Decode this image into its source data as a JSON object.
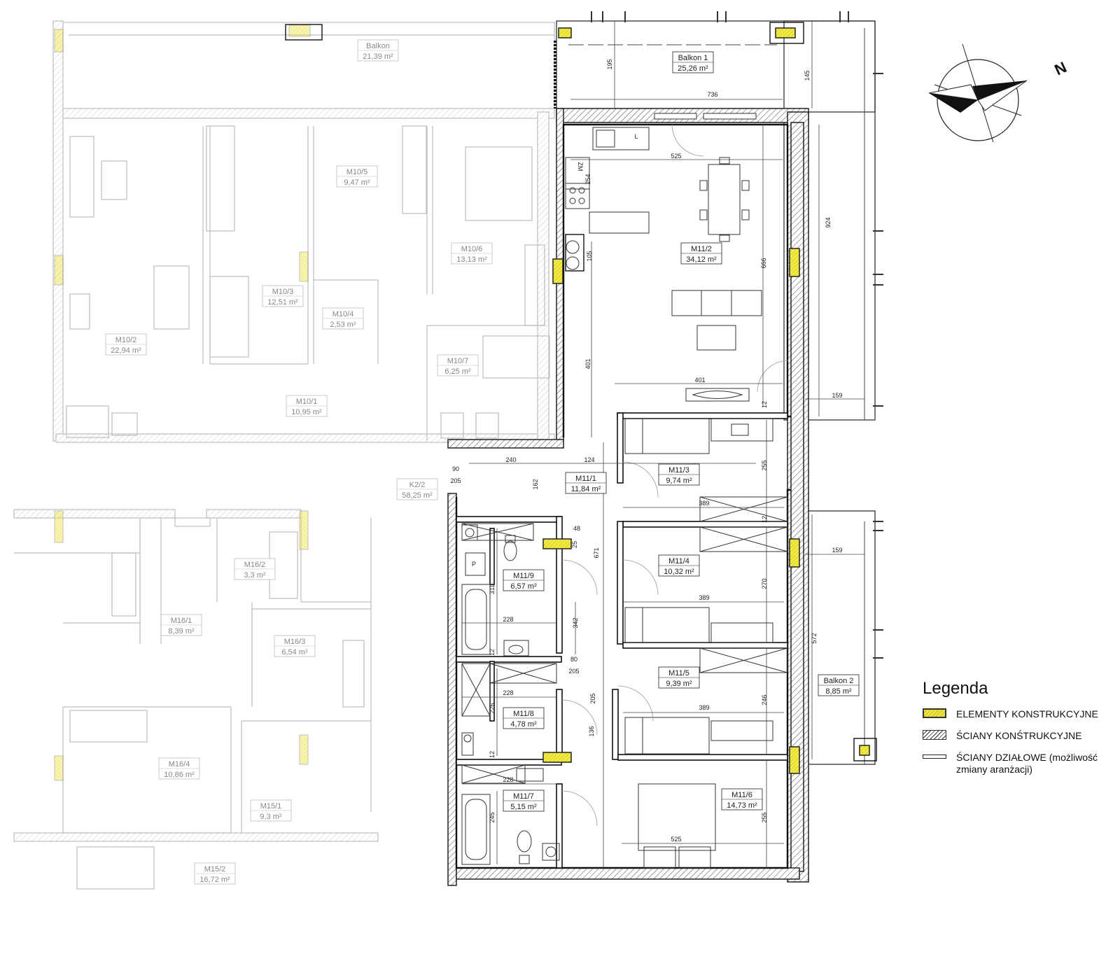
{
  "north_label": "N",
  "legend": {
    "title": "Legenda",
    "items": [
      {
        "label": "ELEMENTY KONSTRUKCYJNE",
        "swatch": "yellow"
      },
      {
        "label": "ŚCIANY KONŚTRUKCYJNE",
        "swatch": "hatch"
      },
      {
        "label": "ŚCIANY DZIAŁOWE (możliwość zmiany aranżacji)",
        "swatch": "line"
      }
    ]
  },
  "colors": {
    "structural": "#f3ec3f",
    "wall": "#222222",
    "faded": "#bbbbbb"
  },
  "rooms_m11": [
    {
      "id": "M11/1",
      "area": "11,84 m²"
    },
    {
      "id": "M11/2",
      "area": "34,12 m²"
    },
    {
      "id": "M11/3",
      "area": "9,74 m²"
    },
    {
      "id": "M11/4",
      "area": "10,32 m²"
    },
    {
      "id": "M11/5",
      "area": "9,39 m²"
    },
    {
      "id": "M11/6",
      "area": "14,73 m²"
    },
    {
      "id": "M11/7",
      "area": "5,15 m²"
    },
    {
      "id": "M11/8",
      "area": "4,78 m²"
    },
    {
      "id": "M11/9",
      "area": "6,57 m²"
    },
    {
      "id": "Balkon 1",
      "area": "25,26 m²"
    },
    {
      "id": "Balkon 2",
      "area": "8,85 m²"
    }
  ],
  "rooms_other": [
    {
      "id": "Balkon",
      "area": "21,39 m²"
    },
    {
      "id": "M10/1",
      "area": "10,95 m²"
    },
    {
      "id": "M10/2",
      "area": "22,94 m²"
    },
    {
      "id": "M10/3",
      "area": "12,51 m²"
    },
    {
      "id": "M10/4",
      "area": "2,53 m²"
    },
    {
      "id": "M10/5",
      "area": "9,47 m²"
    },
    {
      "id": "M10/6",
      "area": "13,13 m²"
    },
    {
      "id": "M10/7",
      "area": "6,25 m²"
    },
    {
      "id": "K2/2",
      "area": "58,25 m²"
    },
    {
      "id": "M16/1",
      "area": "8,39 m²"
    },
    {
      "id": "M16/2",
      "area": "3,3 m²"
    },
    {
      "id": "M16/3",
      "area": "6,54 m²"
    },
    {
      "id": "M16/4",
      "area": "10,86 m²"
    },
    {
      "id": "M15/1",
      "area": "9,3 m²"
    },
    {
      "id": "M15/2",
      "area": "16,72 m²"
    }
  ],
  "fixtures": [
    "L",
    "ZM",
    "P"
  ],
  "dimensions": [
    "195",
    "145",
    "736",
    "525",
    "254",
    "924",
    "666",
    "105",
    "401",
    "401",
    "159",
    "12",
    "240",
    "124",
    "162",
    "255",
    "389",
    "12",
    "48",
    "25",
    "671",
    "270",
    "389",
    "311",
    "342",
    "228",
    "12",
    "246",
    "389",
    "205",
    "228",
    "226",
    "136",
    "12",
    "228",
    "245",
    "525",
    "255",
    "572",
    "159",
    "80",
    "205",
    "90",
    "205"
  ]
}
